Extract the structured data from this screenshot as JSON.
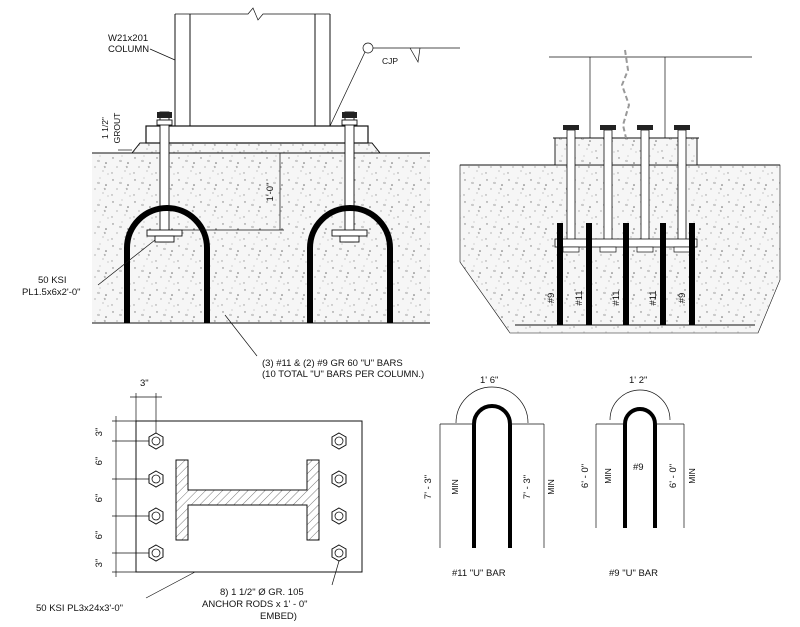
{
  "elevation": {
    "column_label_1": "W21x201",
    "column_label_2": "COLUMN",
    "grout_label_1": "1 1/2\"",
    "grout_label_2": "GROUT",
    "cjp_label": "CJP",
    "embed_dim": "1'-0\"",
    "plate_label_1": "50 KSI",
    "plate_label_2": "PL1.5x6x2'-0\"",
    "ubar_note_1": "(3) #11 & (2) #9 GR 60 \"U\" BARS",
    "ubar_note_2": "(10 TOTAL \"U\" BARS PER COLUMN.)"
  },
  "section": {
    "bar_labels": [
      "#9",
      "#11",
      "#11",
      "#11",
      "#9"
    ]
  },
  "plan": {
    "top_dim": "3\"",
    "side_dims": [
      "3\"",
      "6\"",
      "6\"",
      "6\"",
      "3\""
    ],
    "plate_label": "50 KSI PL3x24x3'-0\"",
    "rods_label_1": "8) 1 1/2\" Ø GR. 105",
    "rods_label_2": "ANCHOR RODS x 1' - 0\"",
    "rods_label_3": "EMBED)"
  },
  "bar11": {
    "width_dim": "1' 6\"",
    "left_dim": "7' - 3\"",
    "left_min": "MIN",
    "right_dim": "7' - 3\"",
    "right_min": "MIN",
    "caption": "#11 \"U\" BAR"
  },
  "bar9": {
    "width_dim": "1' 2\"",
    "left_dim": "6' - 0\"",
    "left_min": "MIN",
    "center_label": "#9",
    "right_dim": "6' - 0\"",
    "right_min": "MIN",
    "caption": "#9 \"U\" BAR"
  }
}
